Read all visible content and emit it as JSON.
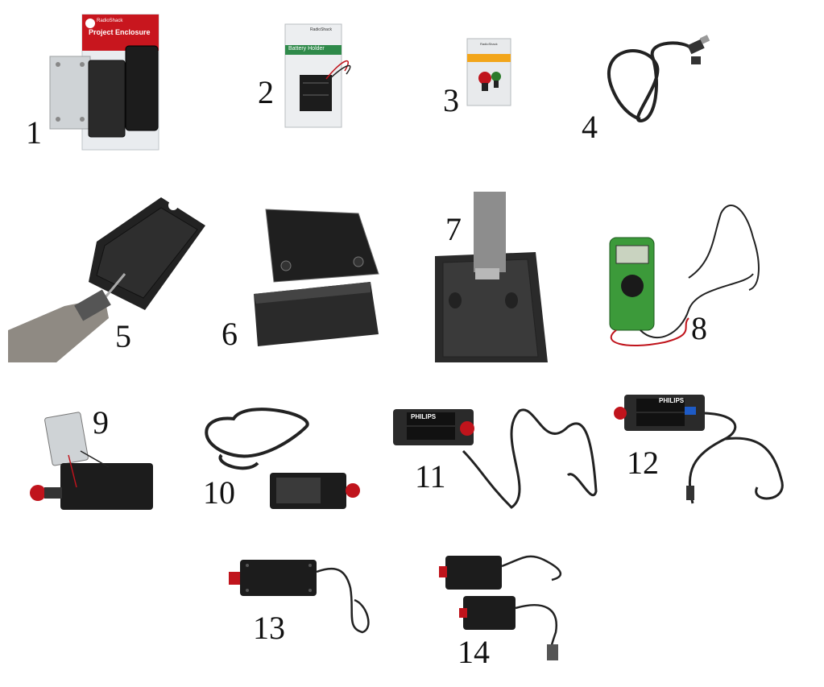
{
  "steps": [
    {
      "number": "1",
      "package_brand": "RadioShack",
      "package_title": "Project Enclosure"
    },
    {
      "number": "2",
      "package_brand": "RadioShack",
      "package_title": "Battery Holder"
    },
    {
      "number": "3",
      "package_brand": "RadioShack",
      "package_title": ""
    },
    {
      "number": "4"
    },
    {
      "number": "5"
    },
    {
      "number": "6"
    },
    {
      "number": "7"
    },
    {
      "number": "8"
    },
    {
      "number": "9"
    },
    {
      "number": "10"
    },
    {
      "number": "11",
      "battery_label": "PHILIPS"
    },
    {
      "number": "12",
      "battery_label": "PHILIPS"
    },
    {
      "number": "13"
    },
    {
      "number": "14"
    }
  ],
  "colors": {
    "background": "#ffffff",
    "enclosure": "#1c1c1c",
    "cable": "#222222",
    "button_red": "#c0141c",
    "package_red": "#c8161e",
    "package_green": "#2f8a4a",
    "multimeter_green": "#3c9a3a"
  }
}
